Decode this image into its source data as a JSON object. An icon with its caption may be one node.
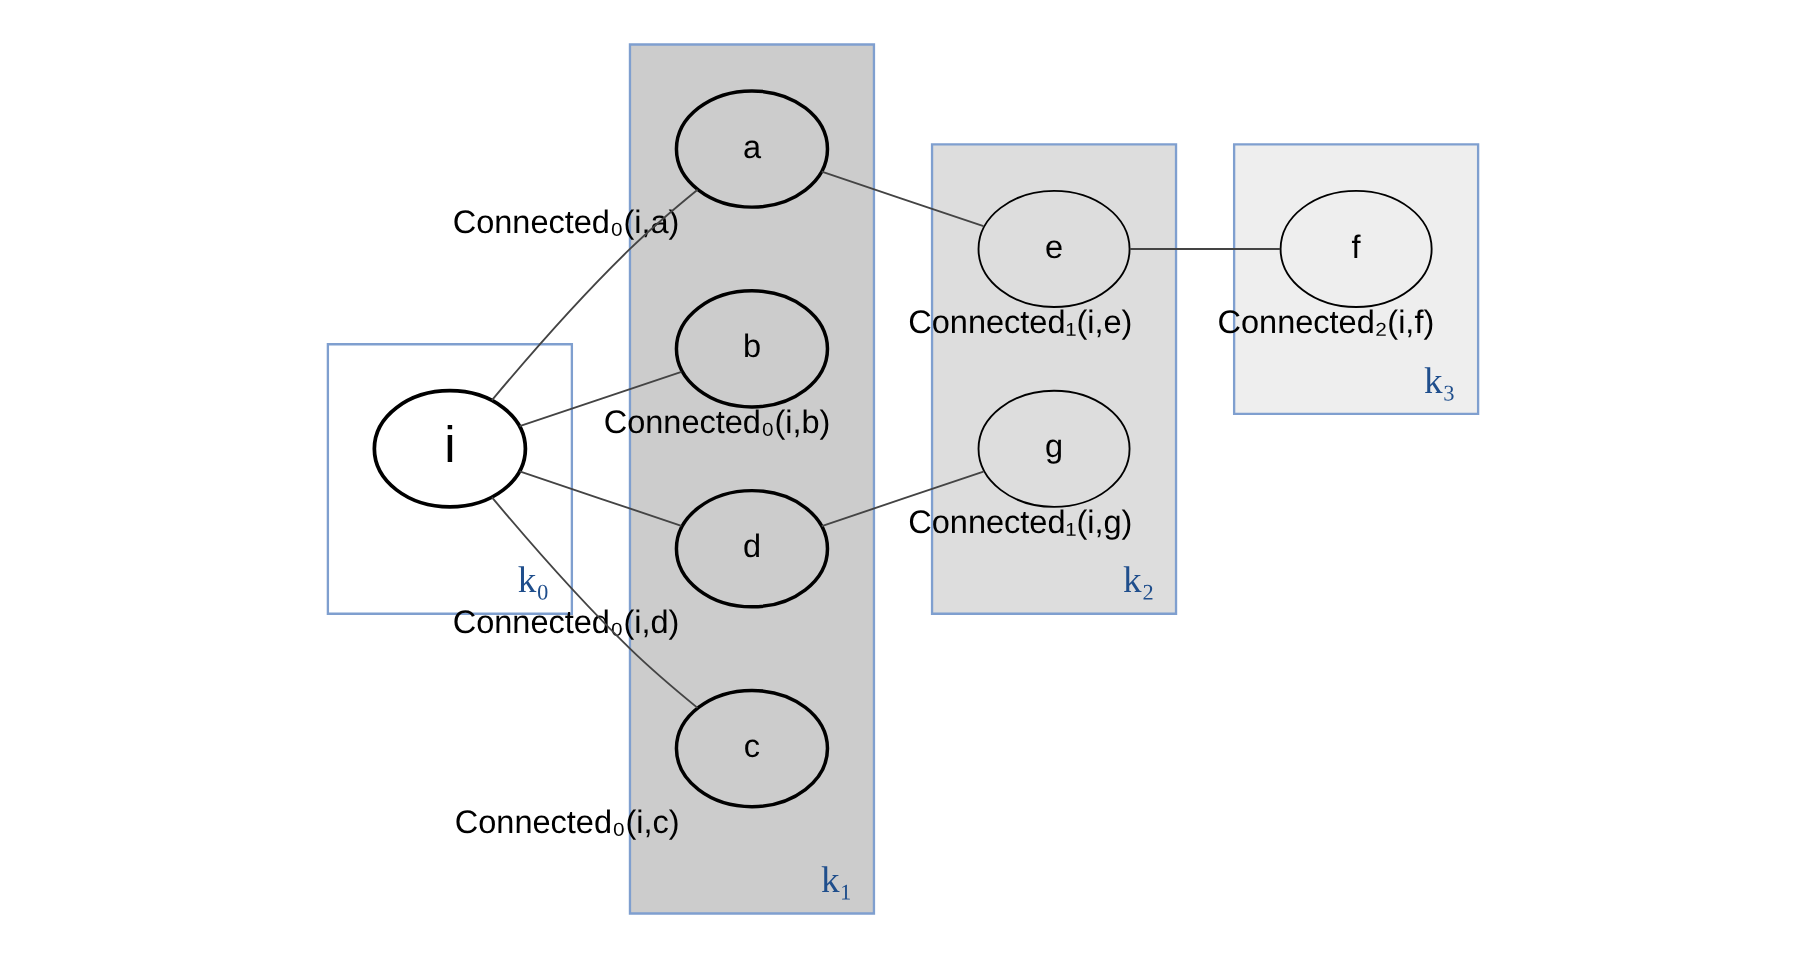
{
  "diagram": {
    "nodes": [
      {
        "text": [
          "k₀"
        ]
      },
      {
        "text": [
          "i"
        ],
        "in": 0
      },
      {
        "text": [
          "k₁"
        ]
      },
      {
        "text": [
          "a"
        ],
        "in": 2,
        "beside": [
          "Connected₀(i,a)"
        ]
      },
      {
        "text": [
          "b"
        ],
        "in": 2,
        "beside": [
          "Connected₀(i,b)"
        ]
      },
      {
        "text": [
          "d"
        ],
        "in": 2,
        "beside": [
          "Connected₀(i,d)"
        ]
      },
      {
        "text": [
          "c"
        ],
        "in": 2,
        "beside": [
          "Connected₀(i,c)"
        ]
      },
      {
        "text": [
          "k₂"
        ]
      },
      {
        "text": [
          "e"
        ],
        "in": 7,
        "beside": [
          "Connected₁(i,e)"
        ]
      },
      {
        "text": [
          "g"
        ],
        "in": 7,
        "beside": [
          "Connected₁(i,g)"
        ]
      },
      {
        "text": [
          "k₃"
        ]
      },
      {
        "text": [
          "f"
        ],
        "in": 10,
        "beside": [
          "Connected₂(i,f)"
        ]
      }
    ],
    "edges": [
      {
        "from": 1,
        "to": 3,
        "arrow": "none"
      },
      {
        "from": 1,
        "to": 4,
        "arrow": "none"
      },
      {
        "from": 1,
        "to": 5,
        "arrow": "none"
      },
      {
        "from": 1,
        "to": 6,
        "arrow": "none"
      },
      {
        "from": 3,
        "to": 8,
        "arrow": "none"
      },
      {
        "from": 8,
        "to": 11,
        "arrow": "none"
      },
      {
        "from": 5,
        "to": 9,
        "arrow": "none"
      }
    ]
  }
}
